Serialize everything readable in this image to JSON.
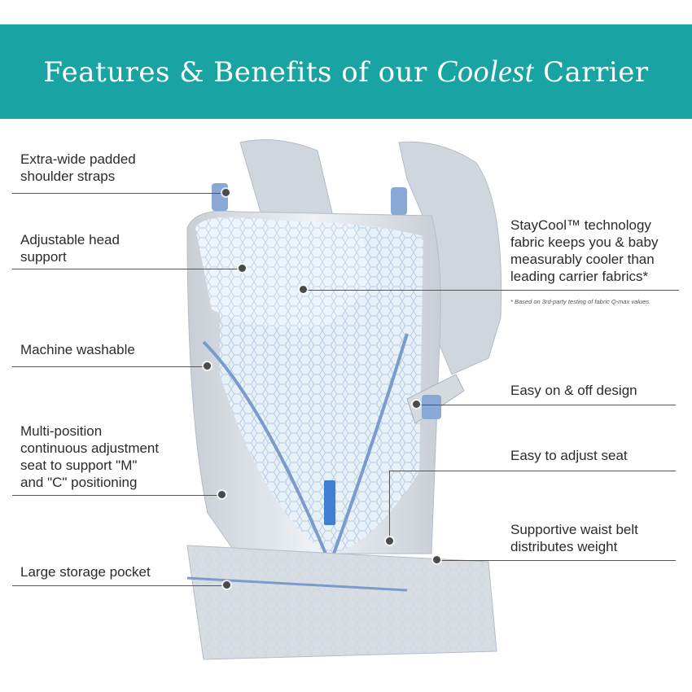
{
  "banner": {
    "title_prefix": "Features & Benefits of our ",
    "title_script": "Coolest",
    "title_suffix": " Carrier",
    "color": "#1aa3a3"
  },
  "product": {
    "name": "baby carrier",
    "main_color": "#d9e6f2",
    "trim_color": "#7a9ccc"
  },
  "features_left": [
    {
      "text": "Extra-wide padded\nshoulder straps"
    },
    {
      "text": "Adjustable head\nsupport"
    },
    {
      "text": "Machine washable"
    },
    {
      "text": "Multi-position\ncontinuous adjustment\nseat to support \"M\"\nand \"C\" positioning"
    },
    {
      "text": "Large storage pocket"
    }
  ],
  "features_right": [
    {
      "text": "StayCool™ technology\nfabric keeps you & baby\nmeasurably cooler than\nleading carrier fabrics*"
    },
    {
      "text": "Easy on & off design"
    },
    {
      "text": "Easy to adjust seat"
    },
    {
      "text": "Supportive waist belt\ndistributes weight"
    }
  ],
  "footnote": "* Based on 3rd-party testing   of fabric Q-max values."
}
